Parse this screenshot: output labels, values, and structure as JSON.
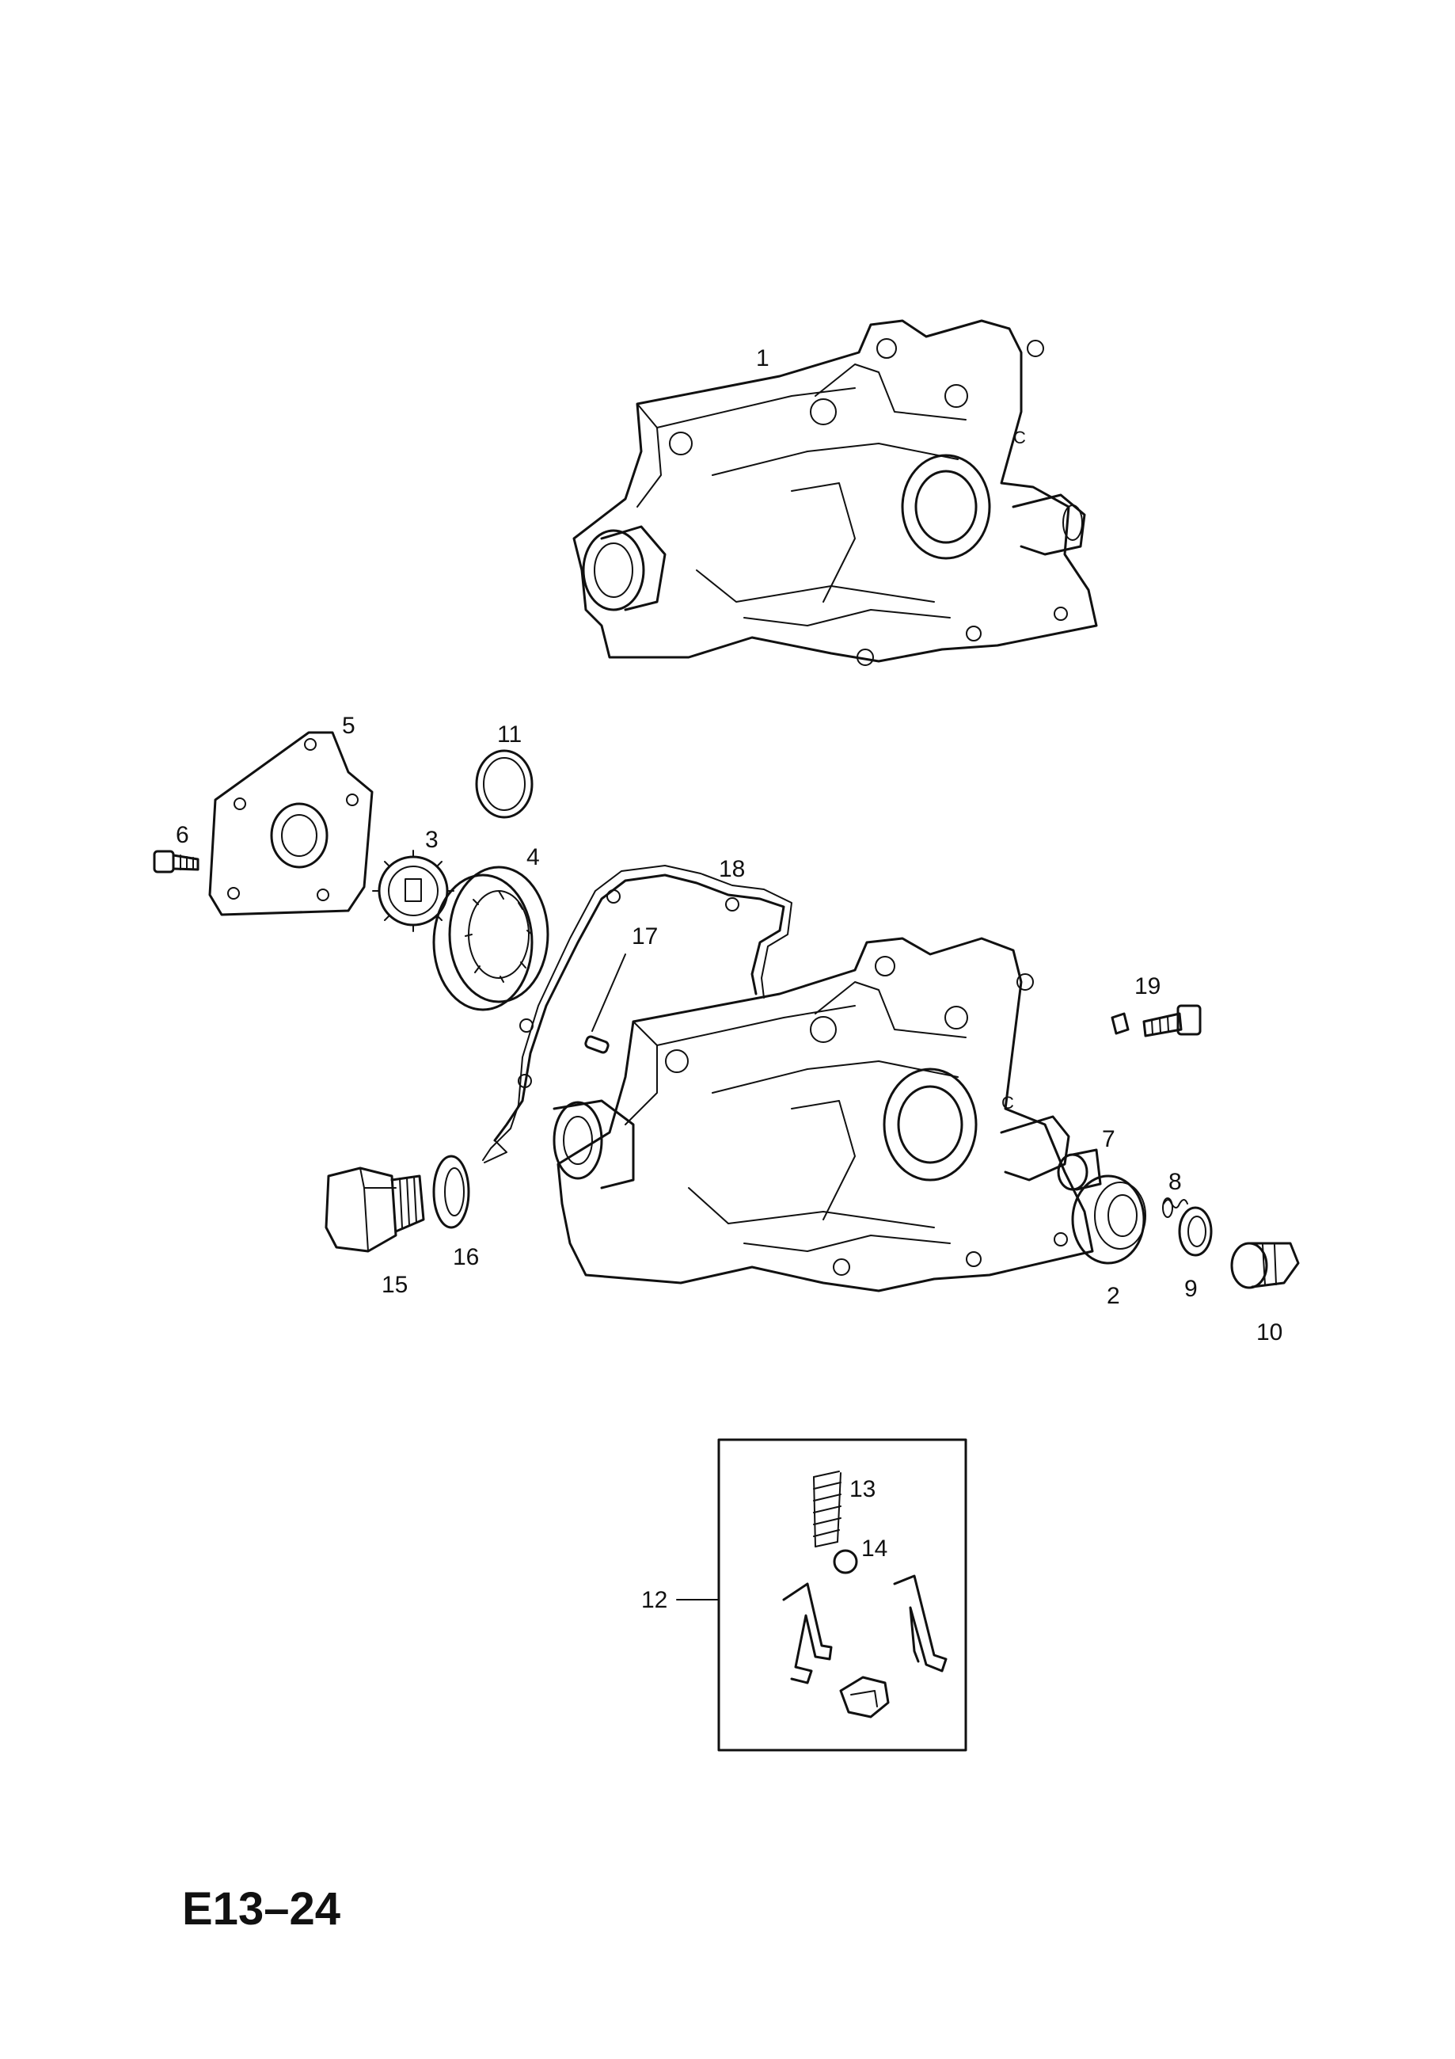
{
  "diagram": {
    "reference_code": "E13–24",
    "part_numbers": {
      "p1": "1",
      "p2": "2",
      "p3": "3",
      "p4": "4",
      "p5": "5",
      "p6": "6",
      "p7": "7",
      "p8": "8",
      "p9": "9",
      "p10": "10",
      "p11": "11",
      "p12": "12",
      "p13": "13",
      "p14": "14",
      "p15": "15",
      "p16": "16",
      "p17": "17",
      "p18": "18",
      "p19": "19"
    },
    "colors": {
      "ink": "#111111",
      "background": "#ffffff"
    }
  }
}
